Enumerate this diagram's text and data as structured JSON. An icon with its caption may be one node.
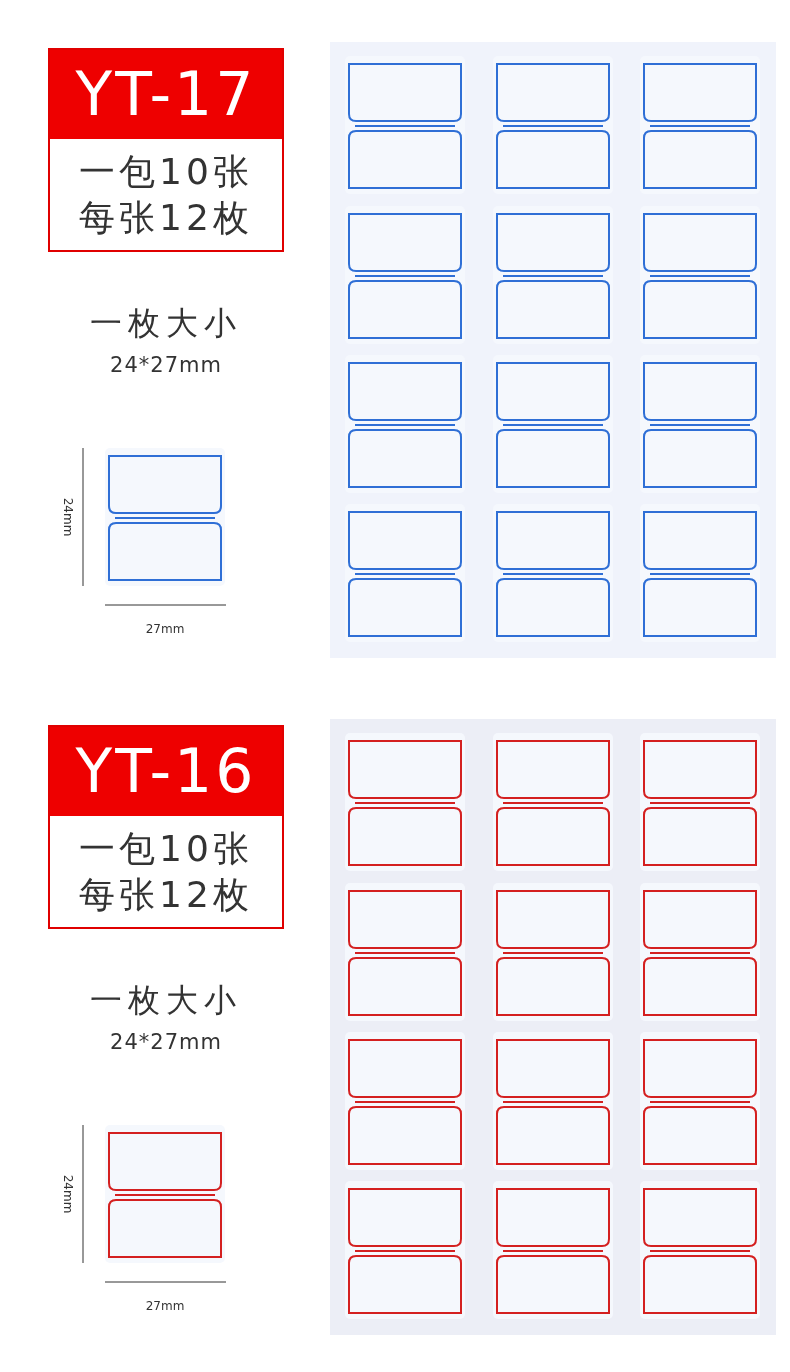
{
  "diagram": {
    "nodes": [
      {
        "text": [
          "YT-17",
          "一包10张",
          "每张12枚"
        ]
      },
      {
        "text": [
          "YT-16",
          "一包10张",
          "每张12枚"
        ]
      }
    ],
    "labels": [
      "一枚大小",
      "24*27mm",
      "24mm",
      "27mm",
      "一枚大小",
      "24*27mm",
      "24mm",
      "27mm"
    ]
  }
}
